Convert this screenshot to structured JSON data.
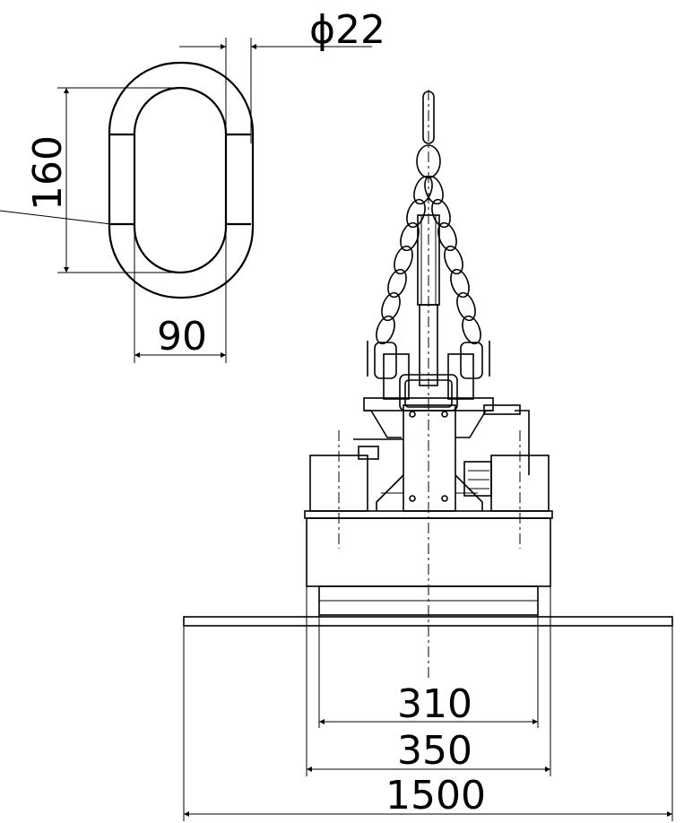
{
  "dimensions": {
    "link_diameter": "ϕ22",
    "link_length": "160",
    "link_width": "90",
    "magnet_bottom_width": "310",
    "magnet_body_width": "350",
    "plate_width": "1500"
  },
  "colors": {
    "line": "#000000",
    "background": "#ffffff"
  }
}
